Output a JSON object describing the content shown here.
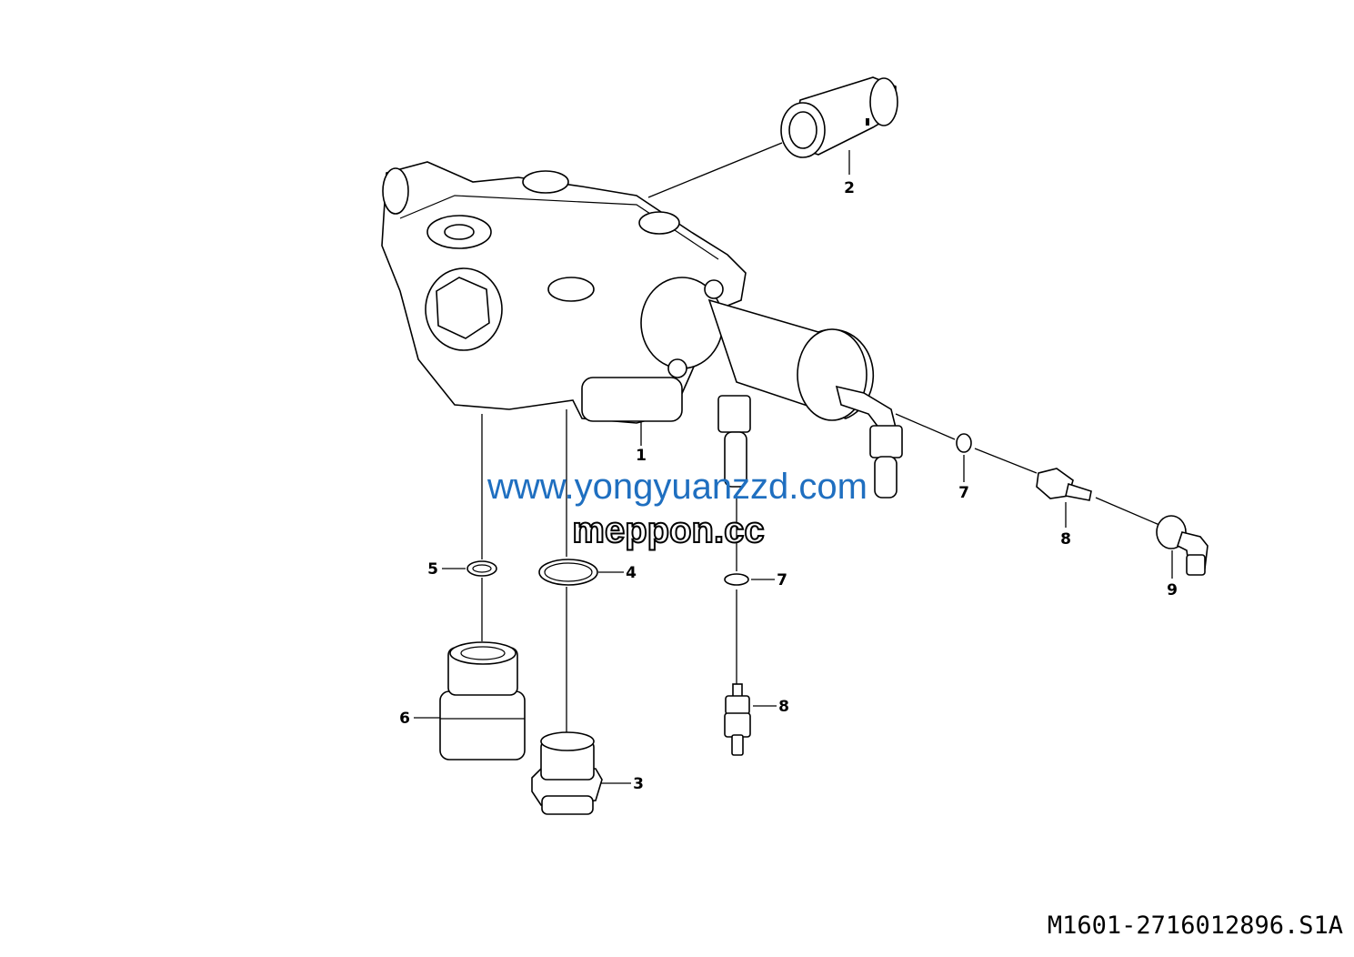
{
  "diagram": {
    "drawing_code": "M1601-2716012896.S1A",
    "callouts": [
      {
        "label": "1",
        "part": "valve-body"
      },
      {
        "label": "2",
        "part": "pressure-sensor"
      },
      {
        "label": "3",
        "part": "adapter-fitting"
      },
      {
        "label": "4",
        "part": "o-ring-large"
      },
      {
        "label": "5",
        "part": "o-ring-small"
      },
      {
        "label": "6",
        "part": "hex-adapter"
      },
      {
        "label": "7",
        "part": "seal-ring-right"
      },
      {
        "label": "7",
        "part": "seal-ring-lower"
      },
      {
        "label": "8",
        "part": "nipple-right"
      },
      {
        "label": "8",
        "part": "nipple-lower"
      },
      {
        "label": "9",
        "part": "elbow-fitting"
      }
    ]
  },
  "watermarks": {
    "url": "www.yongyuanzzd.com",
    "brand": "meppon.cc"
  },
  "colors": {
    "watermark_blue": "#1f6fc0",
    "line": "#000000"
  }
}
